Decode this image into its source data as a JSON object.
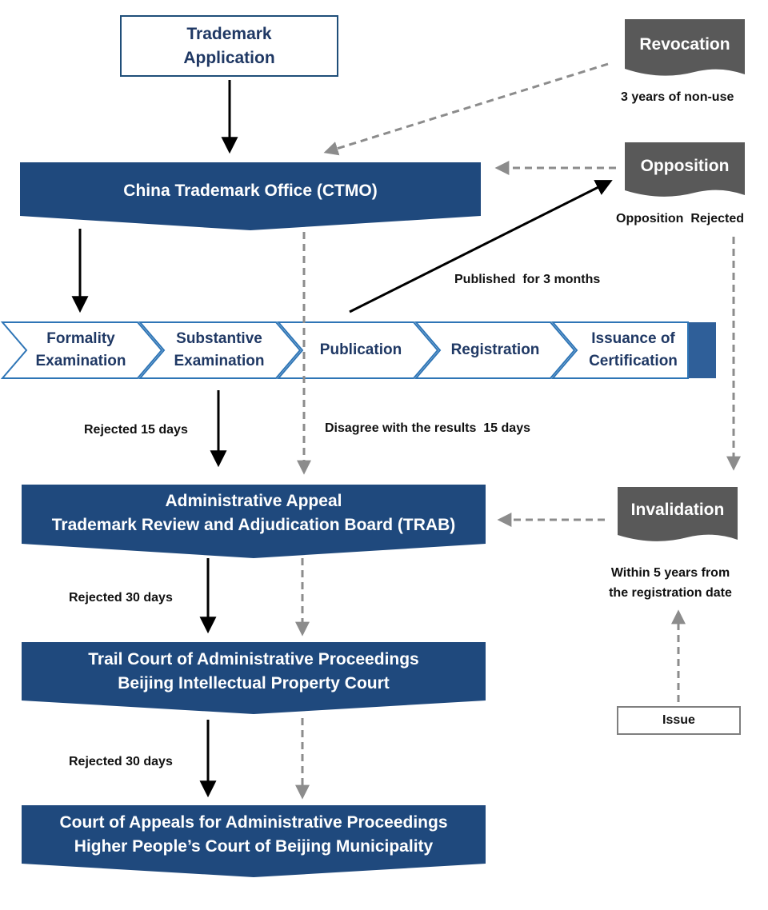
{
  "boxes": {
    "application": "Trademark\nApplication",
    "ctmo": "China Trademark Office (CTMO)",
    "trab": "Administrative Appeal\nTrademark Review and Adjudication Board (TRAB)",
    "trial_court": "Trail Court of Administrative Proceedings\nBeijing Intellectual Property Court",
    "appeals_court": "Court of Appeals for Administrative Proceedings\nHigher People’s Court of Beijing Municipality",
    "issue": "Issue"
  },
  "process_steps": [
    "Formality\nExamination",
    "Substantive\nExamination",
    "Publication",
    "Registration",
    "Issuance of\nCertification"
  ],
  "side_docs": {
    "revocation": "Revocation",
    "opposition": "Opposition",
    "invalidation": "Invalidation"
  },
  "labels": {
    "non_use": "3 years of non-use",
    "opposition_rejected": "Opposition  Rejected",
    "published": "Published  for 3 months",
    "rejected_15": "Rejected 15 days",
    "disagree": "Disagree with the results  15 days",
    "rejected_30_a": "Rejected 30 days",
    "rejected_30_b": "Rejected 30 days",
    "within_5_years": "Within 5 years from\nthe registration date"
  },
  "colors": {
    "navy": "#1f497d",
    "dark_gray": "#595959",
    "arrow_gray": "#8c8c8c",
    "outline_blue": "#2e75b6"
  }
}
